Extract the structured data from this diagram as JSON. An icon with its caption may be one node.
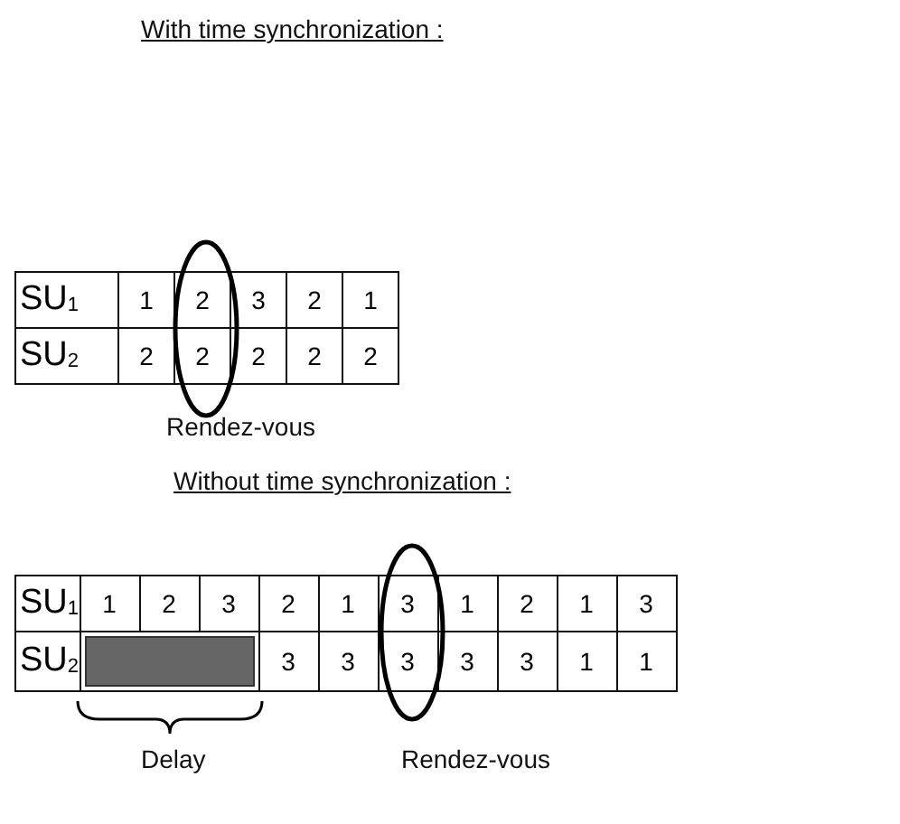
{
  "diagram": {
    "nodes": [
      {
        "text": [],
        "shape": "box"
      }
    ],
    "labels": [
      "With time synchronization :",
      "SU$_{1}$",
      "1",
      "2",
      "3",
      "2",
      "1",
      "SU$_{2}$",
      "2",
      "2",
      "2",
      "2",
      "2",
      "Rendez-vous",
      "Without time synchronization :",
      "SU$_{1}$",
      "1",
      "2",
      "3",
      "2",
      "1",
      "3",
      "1",
      "2",
      "1",
      "3",
      "SU$_{2}$",
      "3",
      "3",
      "3",
      "3",
      "3",
      "1",
      "1",
      "Delay",
      "Rendez-vous"
    ]
  }
}
